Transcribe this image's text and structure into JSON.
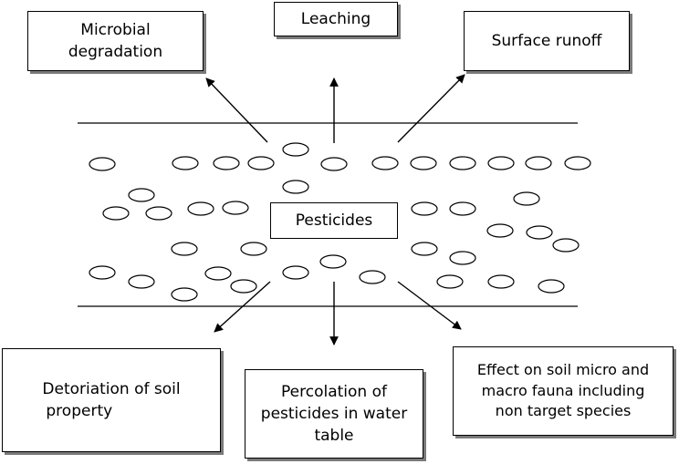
{
  "diagram": {
    "center_label": "Pesticides",
    "top_boxes": {
      "left": [
        "Microbial",
        "degradation"
      ],
      "middle": [
        "Leaching"
      ],
      "right": [
        "Surface runoff"
      ]
    },
    "bottom_boxes": {
      "left": [
        "Detoriation of soil",
        "property"
      ],
      "middle": [
        "Percolation of",
        "pesticides in water",
        "table"
      ],
      "right": [
        "Effect on soil micro and",
        "macro fauna including",
        "non target species"
      ]
    }
  }
}
